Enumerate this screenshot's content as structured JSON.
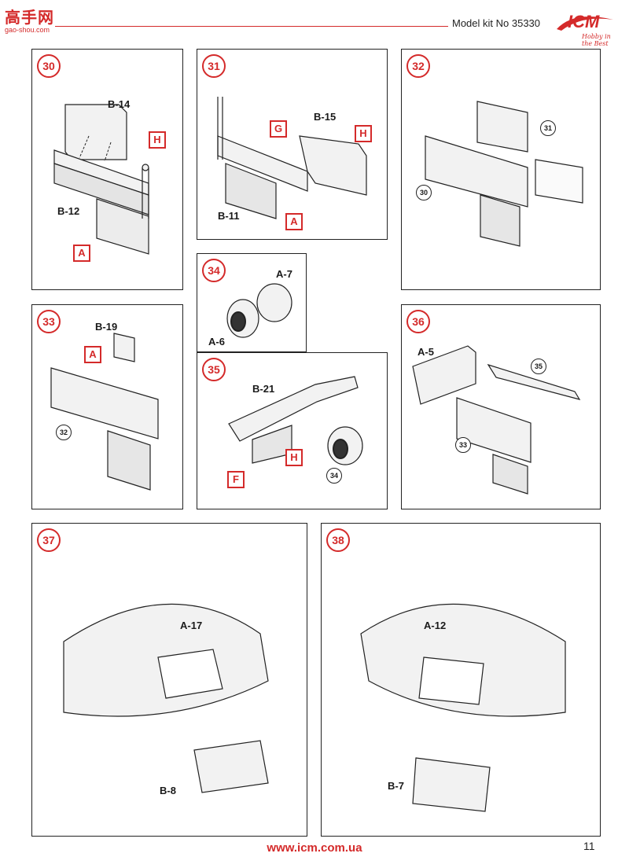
{
  "header": {
    "watermark_top": "高手网",
    "watermark_bottom": "gao-shou.com",
    "model_kit": "Model kit No 35330",
    "brand_logo": "ICM",
    "brand_tagline": "Hobby in the Best"
  },
  "steps": [
    {
      "number": "30",
      "parts": [
        "B-14",
        "B-12"
      ],
      "markers": [
        "H",
        "A"
      ],
      "refs": []
    },
    {
      "number": "31",
      "parts": [
        "B-15",
        "B-11"
      ],
      "markers": [
        "G",
        "H",
        "A"
      ],
      "refs": []
    },
    {
      "number": "32",
      "parts": [],
      "markers": [],
      "refs": [
        "31",
        "30"
      ]
    },
    {
      "number": "33",
      "parts": [
        "B-19"
      ],
      "markers": [
        "A"
      ],
      "refs": [
        "32"
      ]
    },
    {
      "number": "34",
      "parts": [
        "A-7",
        "A-6"
      ],
      "markers": [],
      "refs": []
    },
    {
      "number": "35",
      "parts": [
        "B-21"
      ],
      "markers": [
        "H",
        "F"
      ],
      "refs": [
        "34"
      ]
    },
    {
      "number": "36",
      "parts": [
        "A-5"
      ],
      "markers": [],
      "refs": [
        "35",
        "33"
      ]
    },
    {
      "number": "37",
      "parts": [
        "A-17",
        "B-8"
      ],
      "markers": [],
      "refs": []
    },
    {
      "number": "38",
      "parts": [
        "A-12",
        "B-7"
      ],
      "markers": [],
      "refs": []
    }
  ],
  "footer": {
    "url": "www.icm.com.ua",
    "page_number": "11"
  },
  "colors": {
    "accent_red": "#d42a2a",
    "line": "#222222",
    "part_fill": "#f2f2f2"
  }
}
